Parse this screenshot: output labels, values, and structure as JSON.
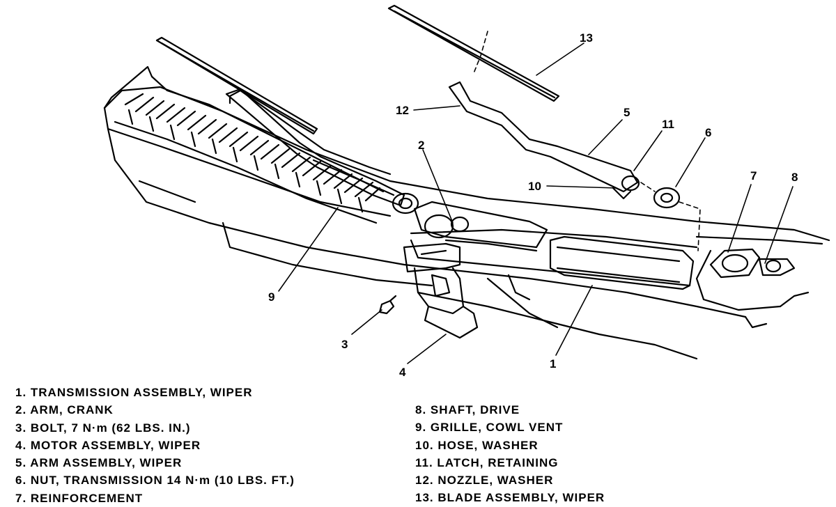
{
  "callouts": {
    "c1": "1",
    "c2": "2",
    "c3": "3",
    "c4": "4",
    "c5": "5",
    "c6": "6",
    "c7": "7",
    "c8": "8",
    "c9": "9",
    "c10": "10",
    "c11": "11",
    "c12": "12",
    "c13": "13"
  },
  "legend": {
    "left": [
      "1. TRANSMISSION ASSEMBLY, WIPER",
      "2. ARM, CRANK",
      "3. BOLT, 7 N·m (62 LBS. IN.)",
      "4. MOTOR ASSEMBLY, WIPER",
      "5. ARM ASSEMBLY, WIPER",
      "6. NUT, TRANSMISSION 14 N·m (10 LBS. FT.)",
      "7. REINFORCEMENT"
    ],
    "right": [
      "8. SHAFT, DRIVE",
      "9. GRILLE, COWL VENT",
      "10. HOSE, WASHER",
      "11. LATCH, RETAINING",
      "12. NOZZLE, WASHER",
      "13. BLADE ASSEMBLY, WIPER"
    ]
  }
}
